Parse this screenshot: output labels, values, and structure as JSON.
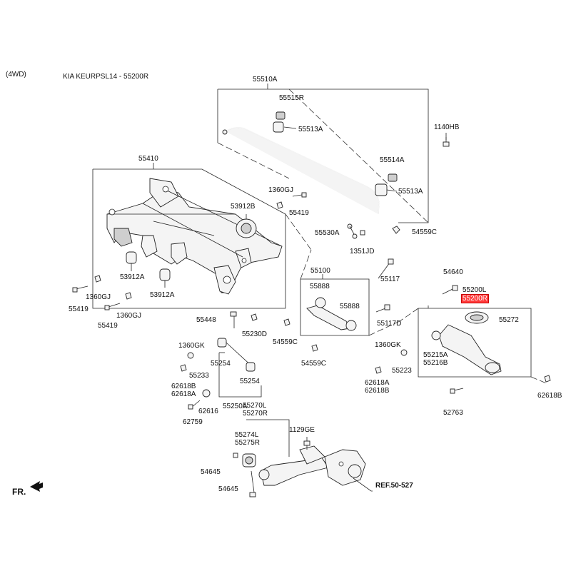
{
  "header": {
    "drive": "(4WD)",
    "catalog": "KIA KEURPSL14 - 55200R"
  },
  "labels": {
    "p55510A": "55510A",
    "p55515R": "55515R",
    "p55513A_1": "55513A",
    "p1140HB": "1140HB",
    "p55514A": "55514A",
    "p55513A_2": "55513A",
    "p55410": "55410",
    "p1360GJ_1": "1360GJ",
    "p53912B": "53912B",
    "p55419_1": "55419",
    "p55530A": "55530A",
    "p54559C_1": "54559C",
    "p1351JD": "1351JD",
    "p53912A_1": "53912A",
    "p1360GJ_2": "1360GJ",
    "p53912A_2": "53912A",
    "p55419_2": "55419",
    "p1360GJ_3": "1360GJ",
    "p55419_3": "55419",
    "p55100": "55100",
    "p55117": "55117",
    "p54640": "54640",
    "p55888_1": "55888",
    "p55888_2": "55888",
    "p55200L": "55200L",
    "p55200R": "55200R",
    "p55272": "55272",
    "p55448": "55448",
    "p55230D": "55230D",
    "p55117D": "55117D",
    "p54559C_2": "54559C",
    "p1360GK_1": "1360GK",
    "p1360GK_2": "1360GK",
    "p55215A": "55215A",
    "p55216B": "55216B",
    "p54559C_3": "54559C",
    "p55223": "55223",
    "p55254_1": "55254",
    "p55233": "55233",
    "p55254_2": "55254",
    "p62618B_1": "62618B",
    "p62618A_1": "62618A",
    "p62618A_2": "62618A",
    "p62618B_2": "62618B",
    "p62618B_3": "62618B",
    "p62616": "62616",
    "p55250A": "55250A",
    "p55270L": "55270L",
    "p55270R": "55270R",
    "p62759": "62759",
    "p52763": "52763",
    "p55274L": "55274L",
    "p55275R": "55275R",
    "p1129GE": "1129GE",
    "p54645_1": "54645",
    "p54645_2": "54645",
    "ref": "REF.50-527",
    "fr": "FR."
  },
  "highlight": {
    "part": "55200R",
    "color": "#ff3b3b"
  }
}
